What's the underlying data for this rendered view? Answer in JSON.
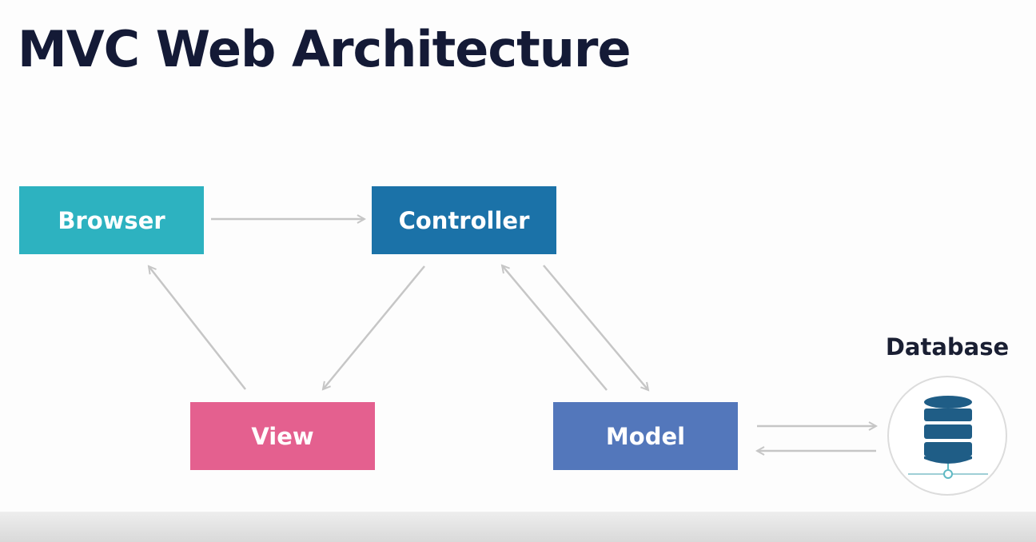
{
  "title": "MVC Web Architecture",
  "nodes": {
    "browser": {
      "label": "Browser",
      "color": "#2db2c0"
    },
    "controller": {
      "label": "Controller",
      "color": "#1b72a8"
    },
    "view": {
      "label": "View",
      "color": "#e4608f"
    },
    "model": {
      "label": "Model",
      "color": "#5377bb"
    },
    "database": {
      "label": "Database",
      "icon": "database-icon",
      "icon_color": "#1f5d86"
    }
  },
  "edges": [
    {
      "from": "Browser",
      "to": "Controller"
    },
    {
      "from": "Controller",
      "to": "View"
    },
    {
      "from": "View",
      "to": "Browser"
    },
    {
      "from": "Controller",
      "to": "Model"
    },
    {
      "from": "Model",
      "to": "Controller"
    },
    {
      "from": "Model",
      "to": "Database"
    },
    {
      "from": "Database",
      "to": "Model"
    }
  ],
  "colors": {
    "title": "#141a36",
    "arrow": "#c6c6c6"
  }
}
